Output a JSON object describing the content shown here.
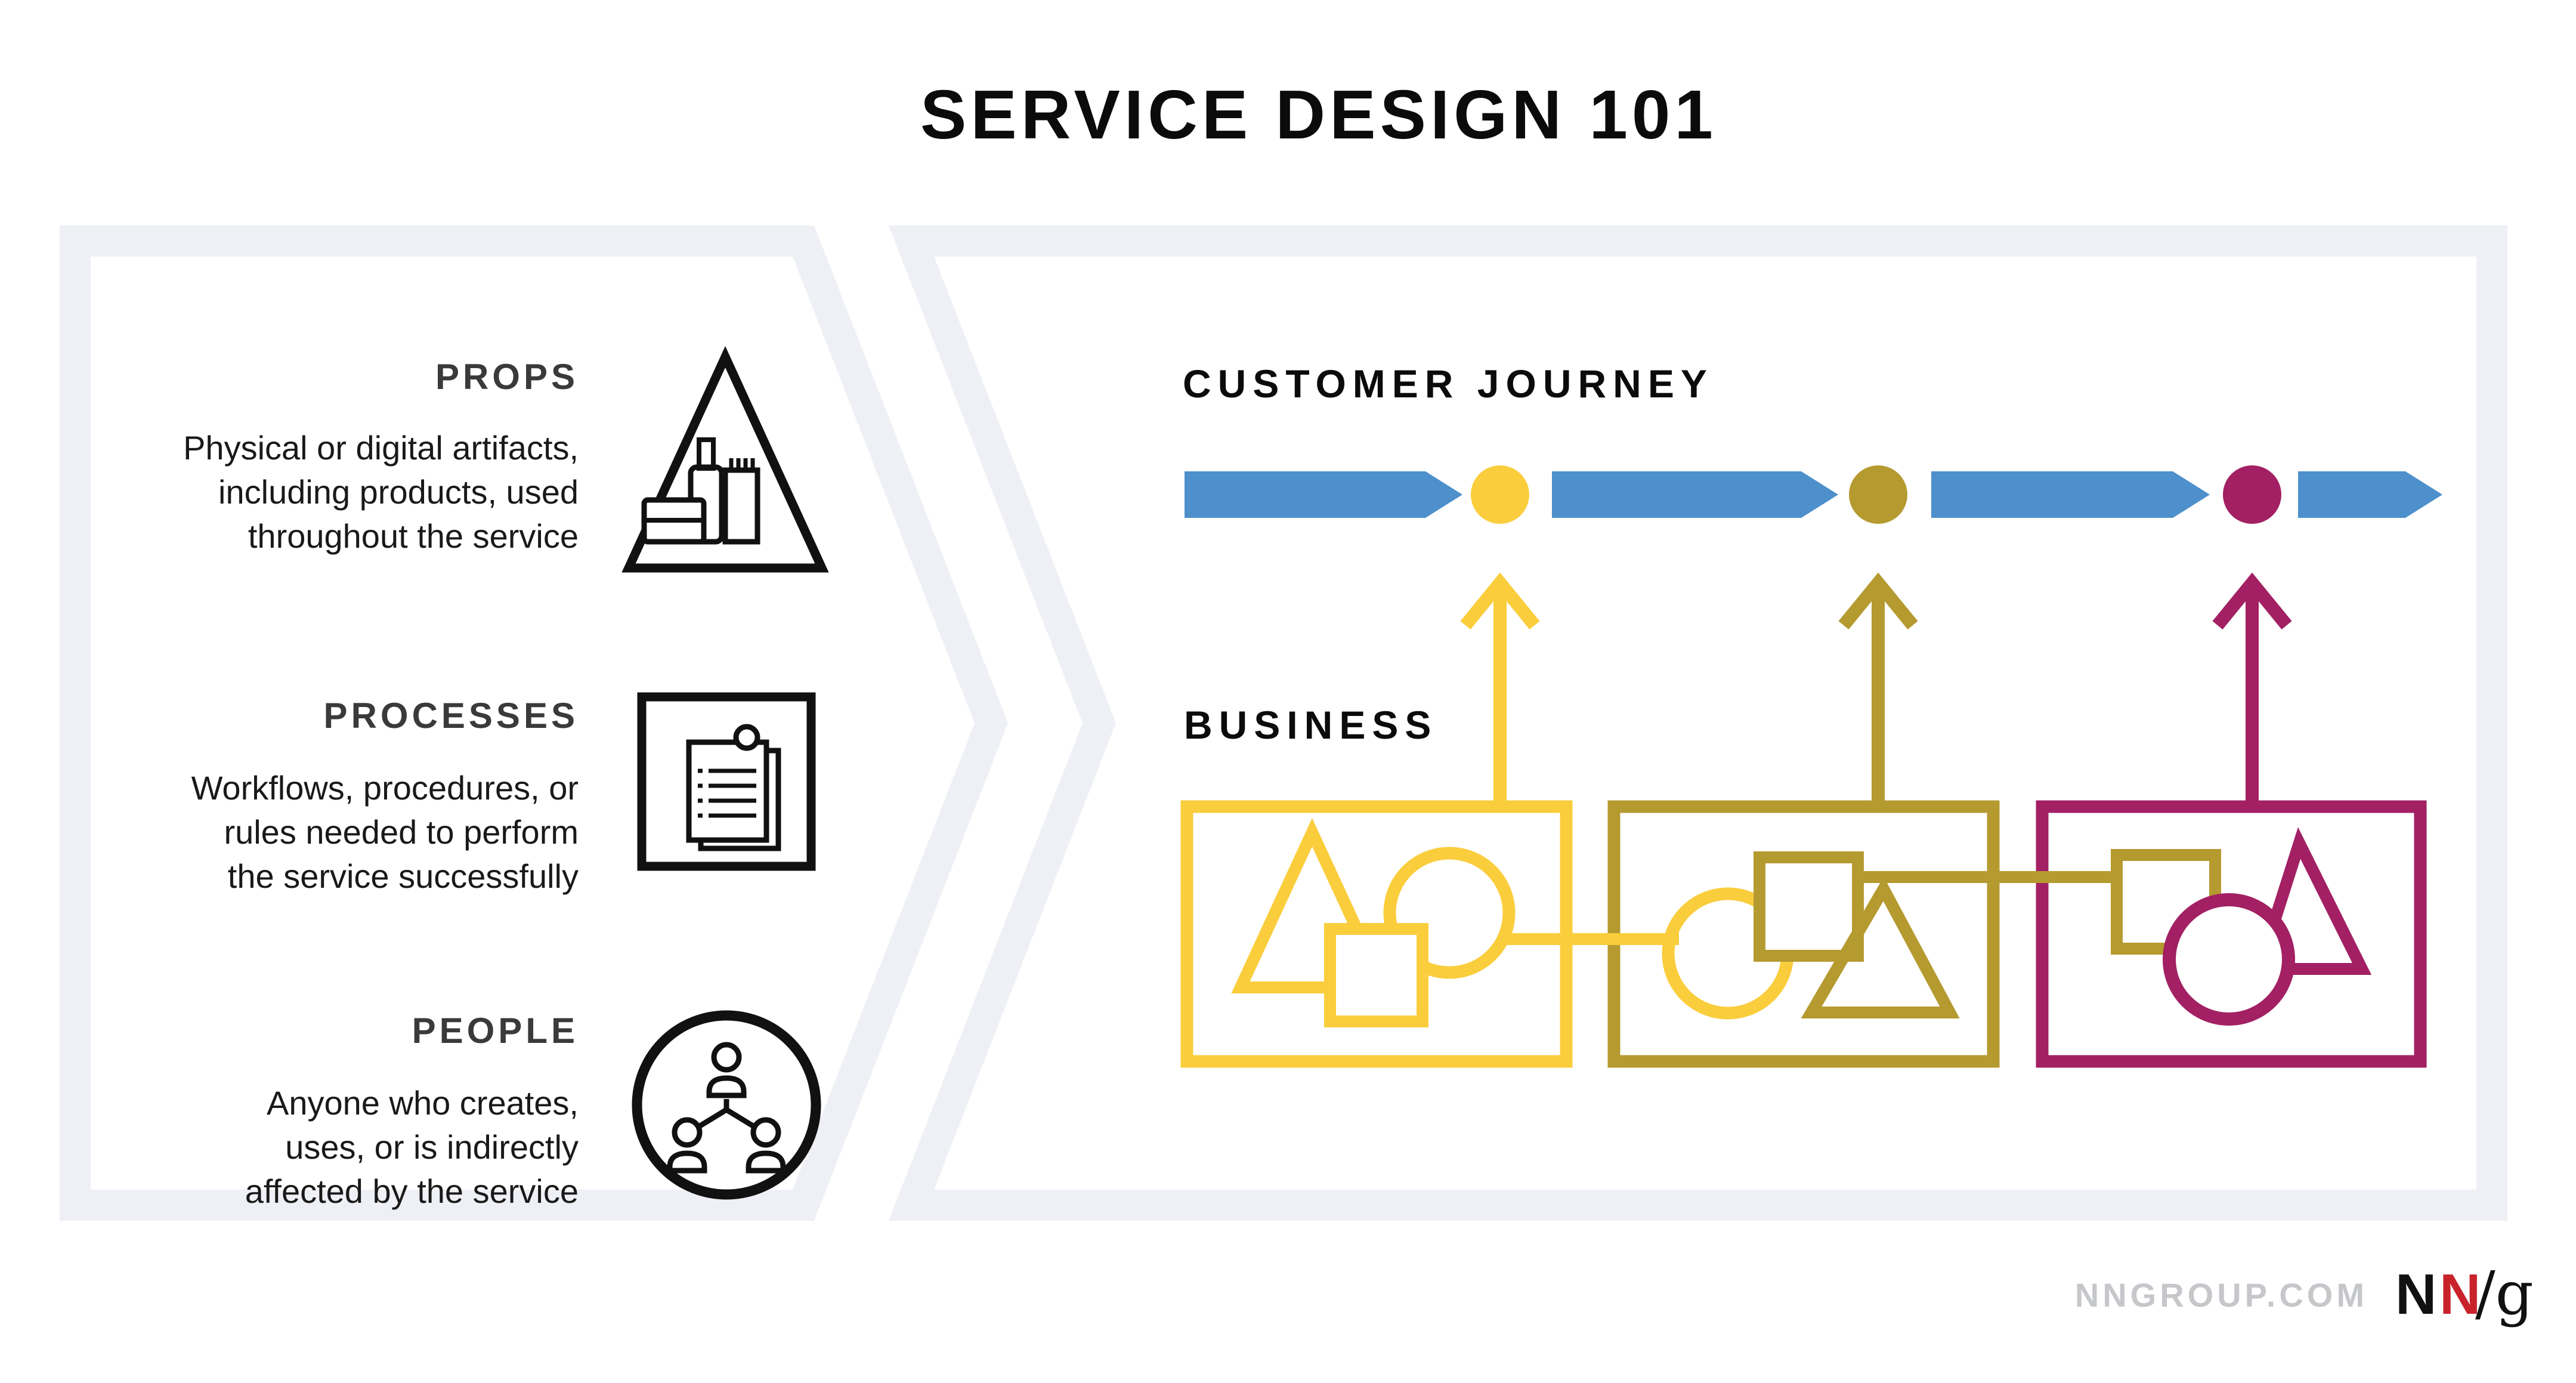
{
  "title": "SERVICE DESIGN 101",
  "colors": {
    "panel_band": "#EEF0F5",
    "journey_blue": "#4D90CB",
    "stage_yellow": "#FACD3C",
    "stage_olive": "#B59A30",
    "stage_magenta": "#A22063",
    "heading_gray": "#3A3A3A",
    "body_text": "#191919",
    "footer_gray": "#C5C7CA",
    "logo_red": "#C8232B"
  },
  "left_panel": {
    "sections": [
      {
        "heading": "PROPS",
        "icon": "props-triangle-icon",
        "lines": [
          "Physical or digital artifacts,",
          "including products, used",
          "throughout the service"
        ]
      },
      {
        "heading": "PROCESSES",
        "icon": "processes-clipboard-icon",
        "lines": [
          "Workflows, procedures, or",
          "rules needed to perform",
          "the service successfully"
        ]
      },
      {
        "heading": "PEOPLE",
        "icon": "people-orgchart-icon",
        "lines": [
          "Anyone who creates,",
          "uses, or is indirectly",
          "affected by the service"
        ]
      }
    ]
  },
  "right_panel": {
    "customer_journey_label": "CUSTOMER JOURNEY",
    "business_label": "BUSINESS",
    "journey_stages": [
      {
        "dot_color": "#FACD3C"
      },
      {
        "dot_color": "#B59A30"
      },
      {
        "dot_color": "#A22063"
      }
    ]
  },
  "footer": {
    "site": "NNGROUP.COM",
    "logo_n1": "N",
    "logo_n2": "N",
    "logo_slash_g": "/g"
  }
}
